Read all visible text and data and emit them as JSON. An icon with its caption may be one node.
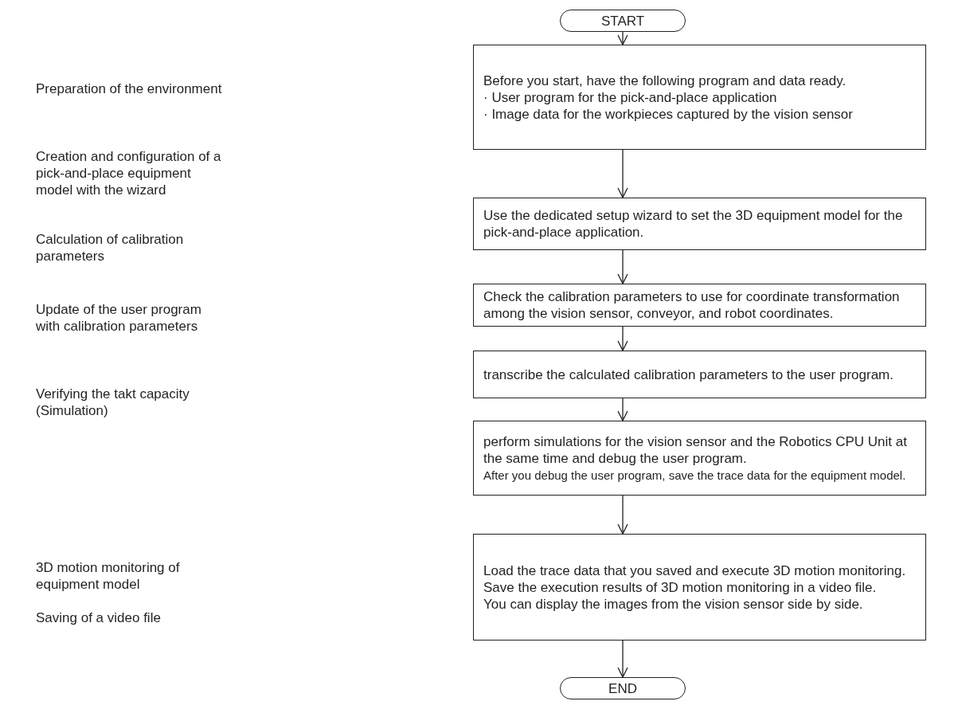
{
  "diagram": {
    "nodes": [
      {
        "text": [
          "START"
        ]
      },
      {
        "text": [
          "Before you start, have the following program and data ready.",
          "· User program for the pick-and-place application",
          "· Image data for the workpieces captured by the vision sensor"
        ]
      },
      {
        "text": [
          "Use the dedicated setup wizard to set the 3D equipment model for the pick-and-place application."
        ]
      },
      {
        "text": [
          "Check the calibration parameters to use for coordinate transformation among the vision sensor, conveyor, and robot coordinates."
        ]
      },
      {
        "text": [
          "transcribe the calculated calibration parameters to the user program."
        ]
      },
      {
        "text": [
          "perform simulations for the vision sensor and the Robotics CPU Unit at the same time and debug the user program.",
          "After you debug the user program, save the trace data for the equipment model."
        ]
      },
      {
        "text": [
          "Load the trace data that you saved and execute 3D motion monitoring.",
          "Save the execution results of 3D motion monitoring in a video file.",
          "You can display the images from the vision sensor side by side."
        ]
      },
      {
        "text": [
          "END"
        ]
      }
    ],
    "edges": [
      {
        "from": 0,
        "to": 1,
        "arrow": "to"
      },
      {
        "from": 1,
        "to": 2,
        "arrow": "to"
      },
      {
        "from": 2,
        "to": 3,
        "arrow": "to"
      },
      {
        "from": 3,
        "to": 4,
        "arrow": "to"
      },
      {
        "from": 4,
        "to": 5,
        "arrow": "to"
      },
      {
        "from": 5,
        "to": 6,
        "arrow": "to"
      },
      {
        "from": 6,
        "to": 7,
        "arrow": "to"
      }
    ],
    "labels": [
      "Preparation of the environment",
      "Creation and configuration of a pick-and-place equipment model with the wizard",
      "Calculation of calibration parameters",
      "Update of the user program with calibration parameters",
      "Verifying the takt capacity (Simulation)",
      "3D motion monitoring of equipment model",
      "Saving of a video file"
    ]
  }
}
